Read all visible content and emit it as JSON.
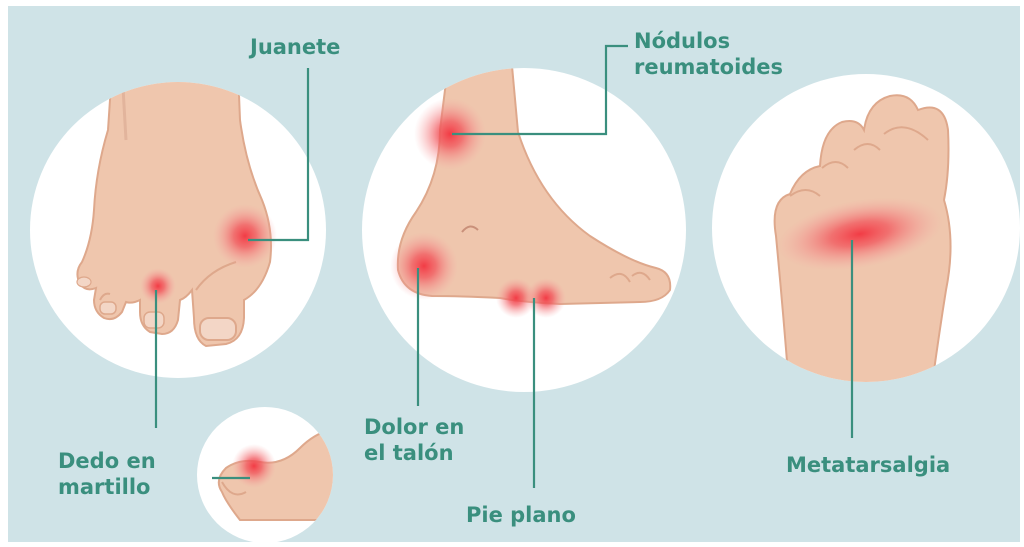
{
  "colors": {
    "background": "#cfe3e7",
    "circle": "#ffffff",
    "skin": "#efc6ad",
    "skin_shade": "#dea88c",
    "skin_line": "#c9907a",
    "toenail": "#f3d6c6",
    "pain": "#f04a52",
    "leader": "#3a8f7e",
    "label": "#3a8f7e"
  },
  "icons": [
    "foot-top-view-icon",
    "foot-side-view-icon",
    "foot-sole-icon",
    "hammer-toe-icon"
  ],
  "labels": {
    "juanete": "Juanete",
    "nodulos_line1": "Nódulos",
    "nodulos_line2": "reumatoides",
    "dedo_line1": "Dedo en",
    "dedo_line2": "martillo",
    "dolor_line1": "Dolor en",
    "dolor_line2": "el talón",
    "pie_plano": "Pie plano",
    "metatarsalgia": "Metatarsalgia"
  }
}
